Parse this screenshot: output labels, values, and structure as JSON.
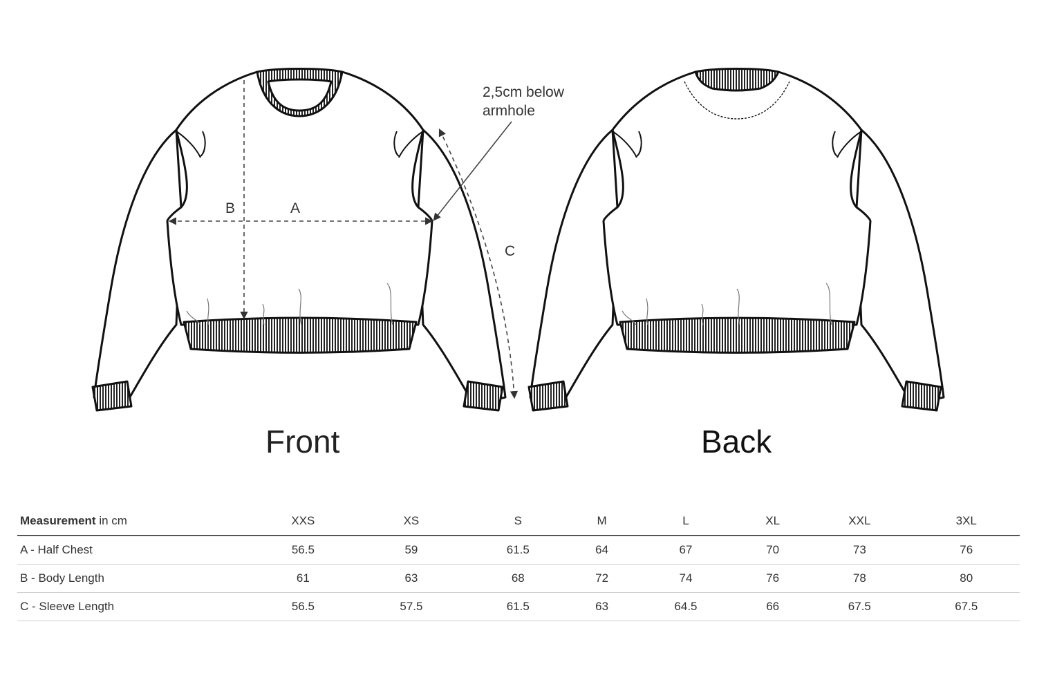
{
  "views": {
    "front": "Front",
    "back": "Back"
  },
  "annotation": {
    "line1": "2,5cm below",
    "line2": "armhole"
  },
  "dimension_labels": {
    "a": "A",
    "b": "B",
    "c": "C"
  },
  "table": {
    "header_bold": "Measurement",
    "header_rest": " in cm",
    "sizes": [
      "XXS",
      "XS",
      "S",
      "M",
      "L",
      "XL",
      "XXL",
      "3XL"
    ],
    "rows": [
      {
        "label": "A - Half Chest",
        "values": [
          "56.5",
          "59",
          "61.5",
          "64",
          "67",
          "70",
          "73",
          "76"
        ]
      },
      {
        "label": "B - Body Length",
        "values": [
          "61",
          "63",
          "68",
          "72",
          "74",
          "76",
          "78",
          "80"
        ]
      },
      {
        "label": "C - Sleeve Length",
        "values": [
          "56.5",
          "57.5",
          "61.5",
          "63",
          "64.5",
          "66",
          "67.5",
          "67.5"
        ]
      }
    ]
  },
  "colors": {
    "line": "#111111",
    "dashed": "#555555",
    "text": "#222222"
  }
}
